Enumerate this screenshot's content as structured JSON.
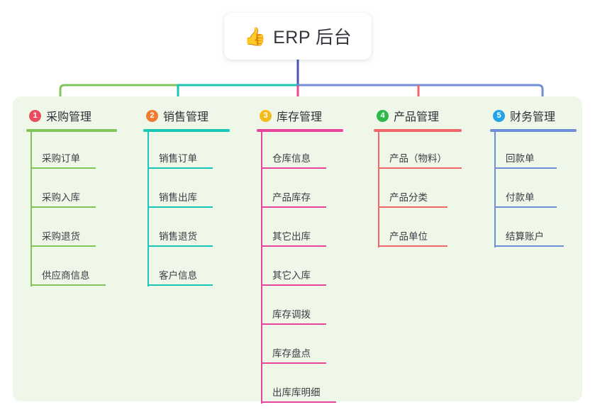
{
  "root": {
    "icon": "thumbs-up-emoji",
    "glyph": "👍",
    "title": "ERP 后台"
  },
  "theme": {
    "panel_bg": "#eef7e8",
    "card_bg": "#ffffff",
    "text": "#33353d",
    "trunk": "#4a55b8"
  },
  "columns": [
    {
      "index": "1",
      "title": "采购管理",
      "badge_color": "#ea4c61",
      "line_color": "#82c45c",
      "items": [
        "采购订单",
        "采购入库",
        "采购退货",
        "供应商信息"
      ]
    },
    {
      "index": "2",
      "title": "销售管理",
      "badge_color": "#ef7b2e",
      "line_color": "#19c5b6",
      "items": [
        "销售订单",
        "销售出库",
        "销售退货",
        "客户信息"
      ]
    },
    {
      "index": "3",
      "title": "库存管理",
      "badge_color": "#f5bb1d",
      "line_color": "#e8459a",
      "items": [
        "仓库信息",
        "产品库存",
        "其它出库",
        "其它入库",
        "库存调拨",
        "库存盘点",
        "出库库明细"
      ]
    },
    {
      "index": "4",
      "title": "产品管理",
      "badge_color": "#2fb84e",
      "line_color": "#f2666b",
      "items": [
        "产品（物料）",
        "产品分类",
        "产品单位"
      ]
    },
    {
      "index": "5",
      "title": "财务管理",
      "badge_color": "#23a4e8",
      "line_color": "#6f8fd6",
      "items": [
        "回款单",
        "付款单",
        "结算账户"
      ]
    }
  ]
}
